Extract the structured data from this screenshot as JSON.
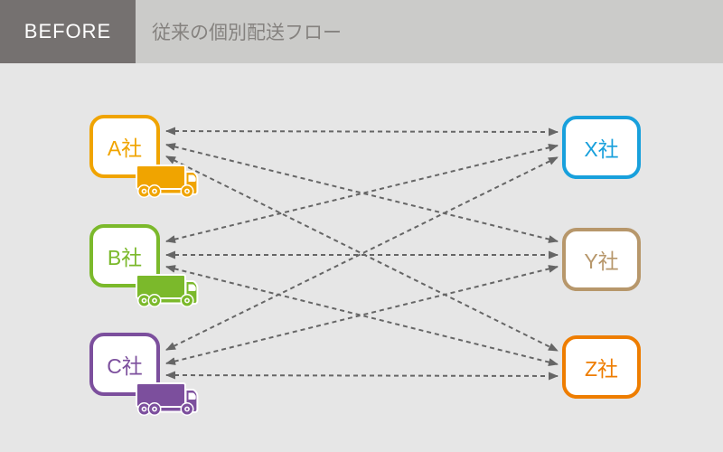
{
  "header": {
    "badge_label": "BEFORE",
    "title": "従来の個別配送フロー"
  },
  "colors": {
    "header_band_bg": "#cbcbc9",
    "badge_bg": "#757170",
    "badge_text": "#ffffff",
    "title_text": "#85827f",
    "canvas_bg": "#e6e6e6",
    "arrow": "#666666",
    "node_fill": "#ffffff"
  },
  "diagram": {
    "description": "Each sender company delivers individually to every receiver company",
    "edge_style": "dashed-double-arrow",
    "senders": [
      {
        "id": "A",
        "label": "A社",
        "color": "#f0a400",
        "icon": "truck-icon"
      },
      {
        "id": "B",
        "label": "B社",
        "color": "#7bb92b",
        "icon": "truck-icon"
      },
      {
        "id": "C",
        "label": "C社",
        "color": "#7c4f9d",
        "icon": "truck-icon"
      }
    ],
    "receivers": [
      {
        "id": "X",
        "label": "X社",
        "color": "#18a0dc"
      },
      {
        "id": "Y",
        "label": "Y社",
        "color": "#b7976b"
      },
      {
        "id": "Z",
        "label": "Z社",
        "color": "#ee7d00"
      }
    ],
    "edges": [
      {
        "from": "A",
        "to": "X"
      },
      {
        "from": "A",
        "to": "Y"
      },
      {
        "from": "A",
        "to": "Z"
      },
      {
        "from": "B",
        "to": "X"
      },
      {
        "from": "B",
        "to": "Y"
      },
      {
        "from": "B",
        "to": "Z"
      },
      {
        "from": "C",
        "to": "X"
      },
      {
        "from": "C",
        "to": "Y"
      },
      {
        "from": "C",
        "to": "Z"
      }
    ]
  }
}
